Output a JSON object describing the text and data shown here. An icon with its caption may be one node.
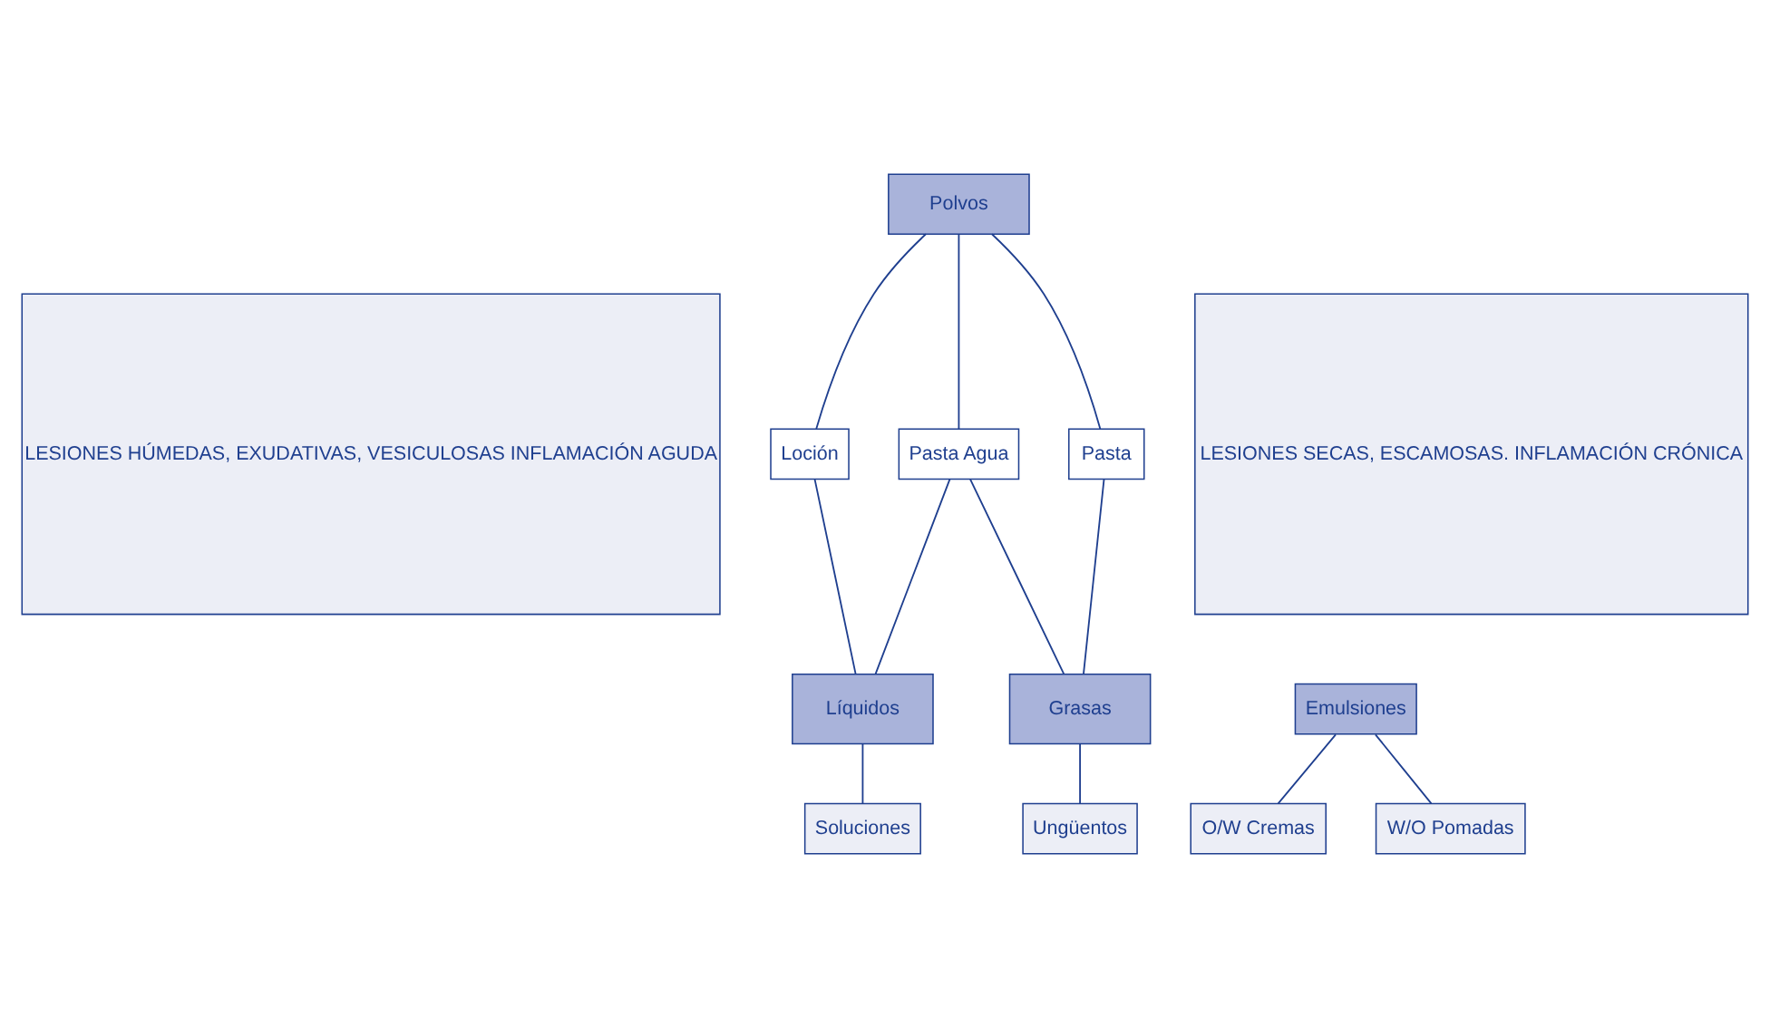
{
  "diagram": {
    "nodes": [
      {
        "text": [
          "LESIONES HÚMEDAS, EXUDATIVAS, VESICULOSAS INFLAMACIÓN AGUDA"
        ]
      },
      {
        "text": [
          "Polvos"
        ]
      },
      {
        "text": [
          "Loción"
        ]
      },
      {
        "text": [
          "Pasta"
        ]
      },
      {
        "text": [
          "Pasta Agua"
        ]
      },
      {
        "text": [
          "Líquidos"
        ]
      },
      {
        "text": [
          "Emulsiones"
        ]
      },
      {
        "text": [
          "Grasas"
        ]
      },
      {
        "text": [
          "Soluciones"
        ]
      },
      {
        "text": [
          "O/W Cremas"
        ]
      },
      {
        "text": [
          "W/O Pomadas"
        ]
      },
      {
        "text": [
          "Ungüentos"
        ]
      },
      {
        "text": [
          "LESIONES SECAS, ESCAMOSAS. INFLAMACIÓN CRÓNICA"
        ]
      }
    ],
    "edges": [
      {
        "from": 1,
        "to": 2,
        "arrow": "none"
      },
      {
        "from": 1,
        "to": 4,
        "arrow": "none"
      },
      {
        "from": 1,
        "to": 3,
        "arrow": "none"
      },
      {
        "from": 2,
        "to": 5,
        "arrow": "none"
      },
      {
        "from": 3,
        "to": 7,
        "arrow": "none"
      },
      {
        "from": 4,
        "to": 5,
        "arrow": "none"
      },
      {
        "from": 4,
        "to": 7,
        "arrow": "none"
      },
      {
        "from": 5,
        "to": 8,
        "arrow": "none"
      },
      {
        "from": 6,
        "to": 9,
        "arrow": "none"
      },
      {
        "from": 6,
        "to": 10,
        "arrow": "none"
      },
      {
        "from": 7,
        "to": 11,
        "arrow": "none"
      }
    ]
  }
}
